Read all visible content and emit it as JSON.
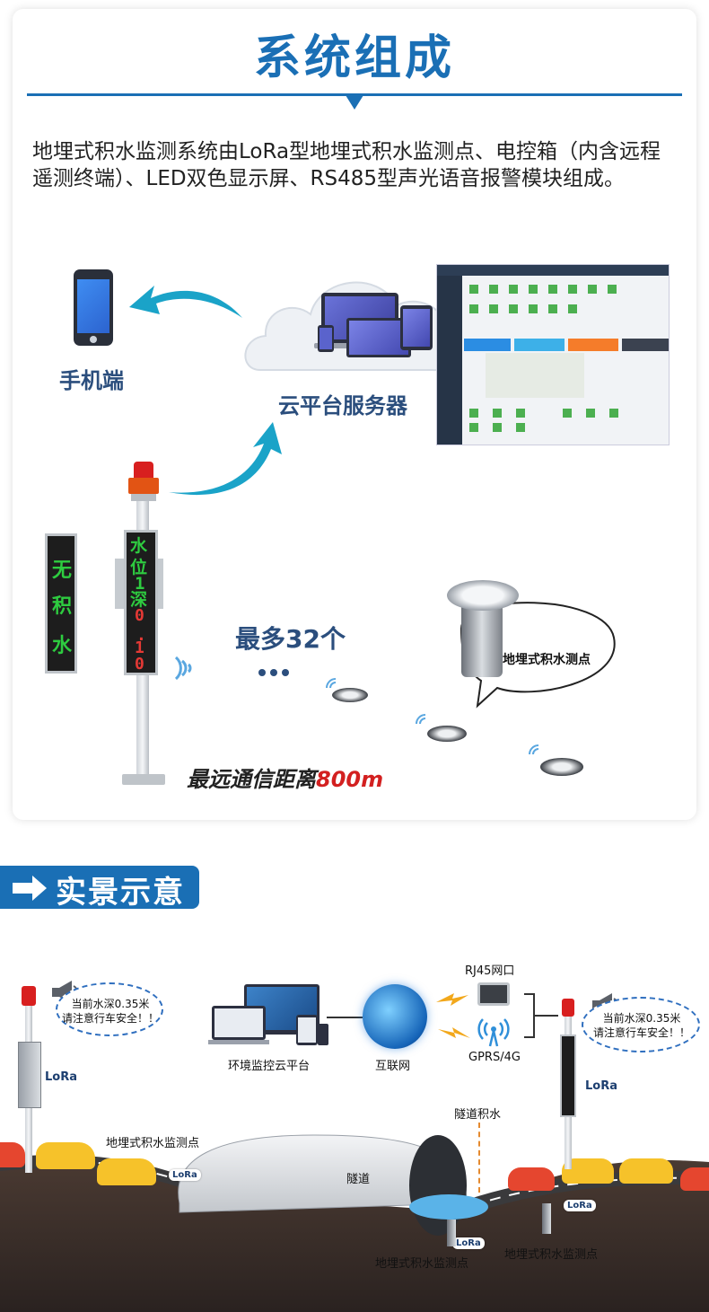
{
  "section1": {
    "title": "系统组成",
    "intro": "地埋式积水监测系统由LoRa型地埋式积水监测点、电控箱（内含远程遥测终端）、LED双色显示屏、RS485型声光语音报警模块组成。",
    "mobile_label": "手机端",
    "cloud_label": "云平台服务器",
    "max_count": "最多32个",
    "sensor_label": "地埋式积水测点",
    "distance_prefix": "最远通信距离",
    "distance_value": "800m",
    "led_left": [
      "无",
      "积",
      "水"
    ],
    "led_right_green": [
      "水",
      "位",
      "1",
      "深"
    ],
    "led_right_red": [
      "0",
      ".",
      "1",
      "0"
    ]
  },
  "section2": {
    "title": "实景示意",
    "platform_label": "环境监控云平台",
    "internet_label": "互联网",
    "rj45_label": "RJ45网口",
    "gprs_label": "GPRS/4G",
    "bubble_left_line1": "当前水深0.35米",
    "bubble_left_line2": "请注意行车安全！！",
    "bubble_right_line1": "当前水深0.35米",
    "bubble_right_line2": "请注意行车安全！！",
    "lora": "LoRa",
    "sensor_point_top": "地埋式积水监测点",
    "tunnel": "隧道",
    "tunnel_water": "隧道积水",
    "sensor_point_bottom": "地埋式积水监测点",
    "sensor_point_right": "地埋式积水监测点"
  },
  "colors": {
    "brand_blue": "#1a6fb5",
    "label_navy": "#2b4e7d",
    "accent_red": "#d32020",
    "led_green": "#2ecc40",
    "led_red": "#e53935",
    "arrow_teal": "#1aa3c8"
  }
}
